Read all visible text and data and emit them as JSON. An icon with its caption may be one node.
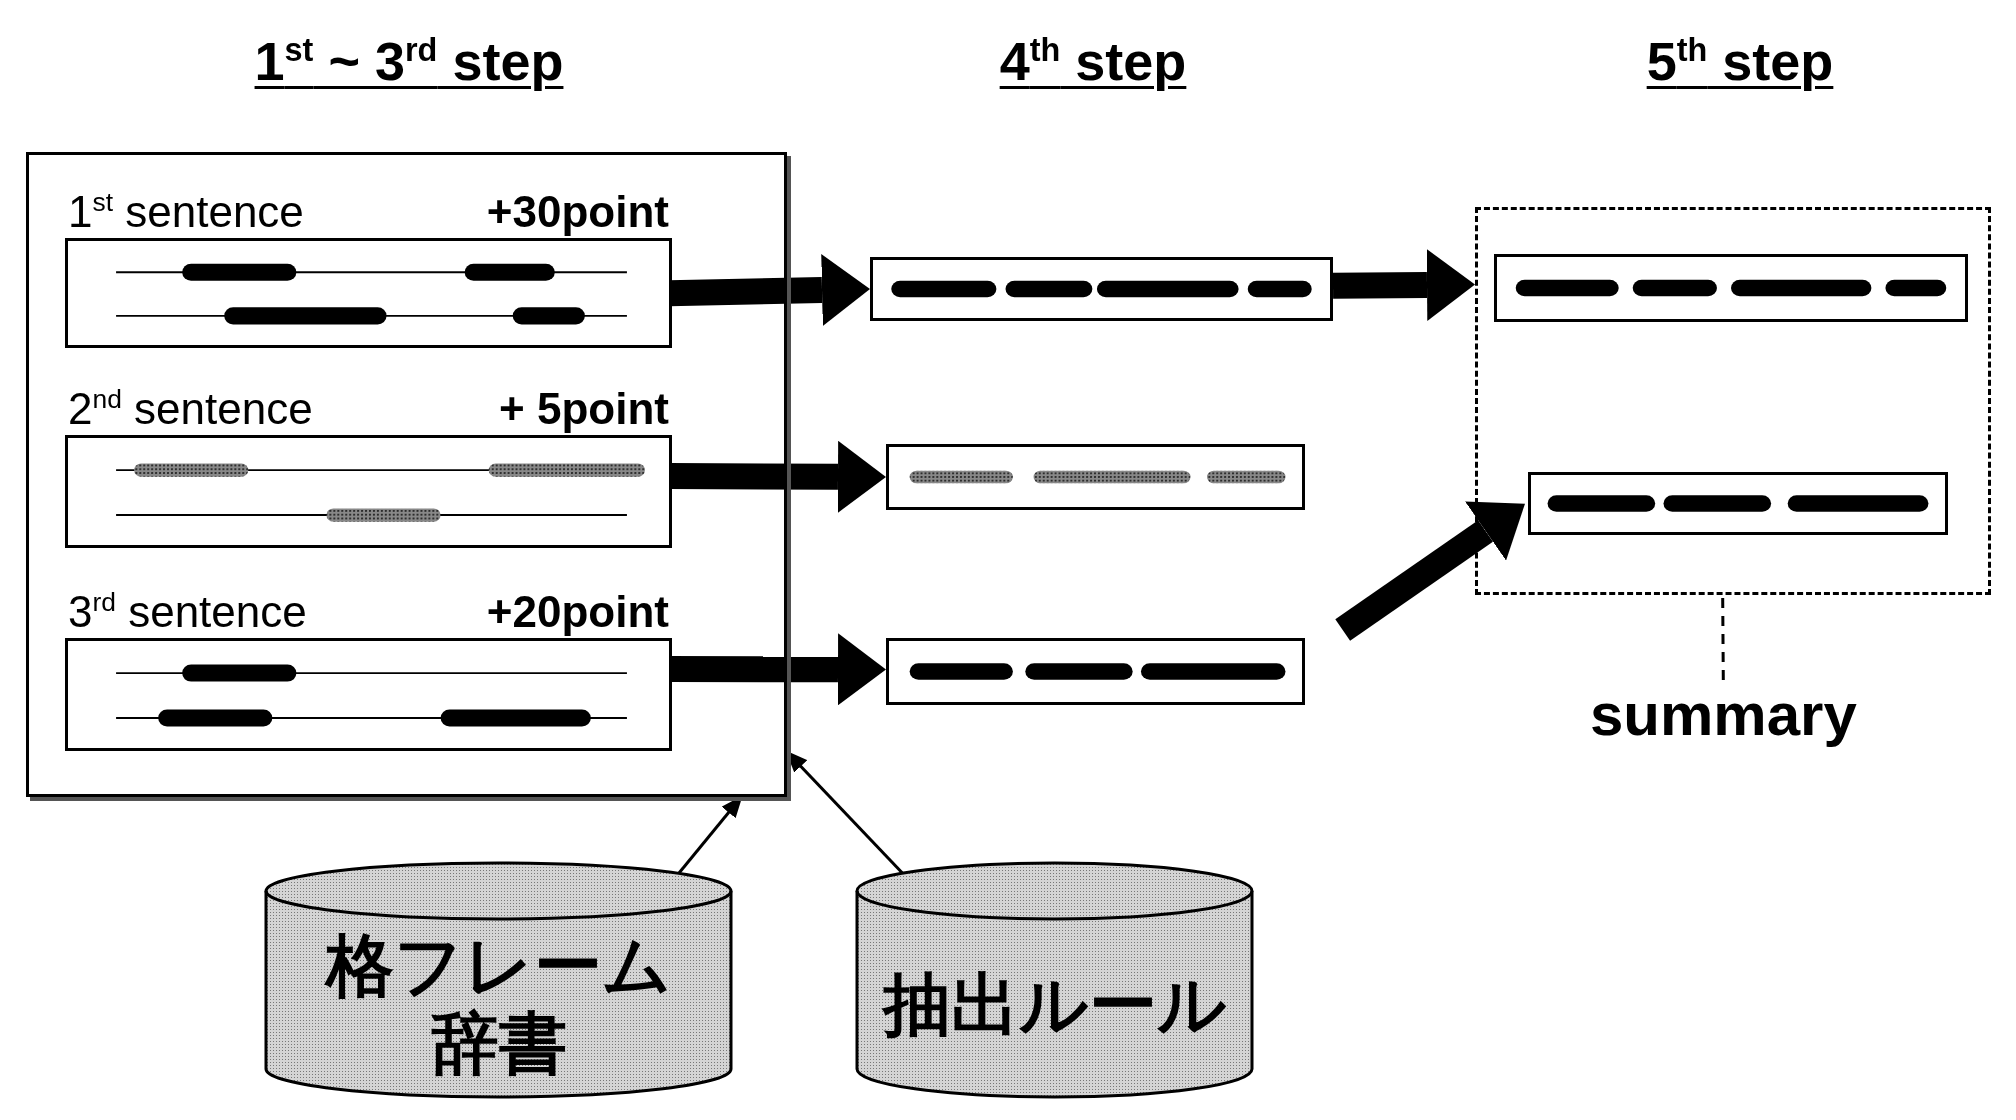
{
  "diagram": {
    "nodes": [
      {
        "text": [],
        "shape": "box"
      },
      {
        "text": [
          "1$^{st}$ sentence",
          "+30point"
        ],
        "in": 0
      },
      {
        "text": [
          "2$^{nd}$ sentence",
          "+ 5point"
        ],
        "in": 0
      },
      {
        "text": [
          "3$^{rd}$ sentence",
          "+20point"
        ],
        "in": 0
      },
      {
        "text": [],
        "shape": "box"
      },
      {
        "text": [],
        "shape": "box"
      },
      {
        "text": [],
        "shape": "box"
      },
      {
        "text": [],
        "shape": "box"
      },
      {
        "text": [],
        "shape": "box",
        "in": 7
      },
      {
        "text": [],
        "shape": "box",
        "in": 7
      },
      {
        "text": [
          "summary"
        ]
      },
      {
        "text": [
          "格フレーム辞書"
        ]
      },
      {
        "text": [
          "抽出ルール"
        ]
      }
    ],
    "edges": [
      {
        "from": 1,
        "to": 4,
        "arrow": "to"
      },
      {
        "from": 2,
        "to": 5,
        "arrow": "to"
      },
      {
        "from": 3,
        "to": 6,
        "arrow": "to"
      },
      {
        "from": 4,
        "to": 7,
        "arrow": "to"
      },
      {
        "from": 6,
        "to": 9,
        "arrow": "to"
      },
      {
        "from": 10,
        "to": 7,
        "arrow": "none",
        "style": "dashed"
      },
      {
        "from": 11,
        "to": 0,
        "arrow": "to"
      },
      {
        "from": 12,
        "to": 0,
        "arrow": "to"
      }
    ],
    "labels": [
      "1$^{st}$ ~ 3$^{rd}$ step",
      "4$^{th}$ step",
      "5$^{th}$ step"
    ]
  }
}
